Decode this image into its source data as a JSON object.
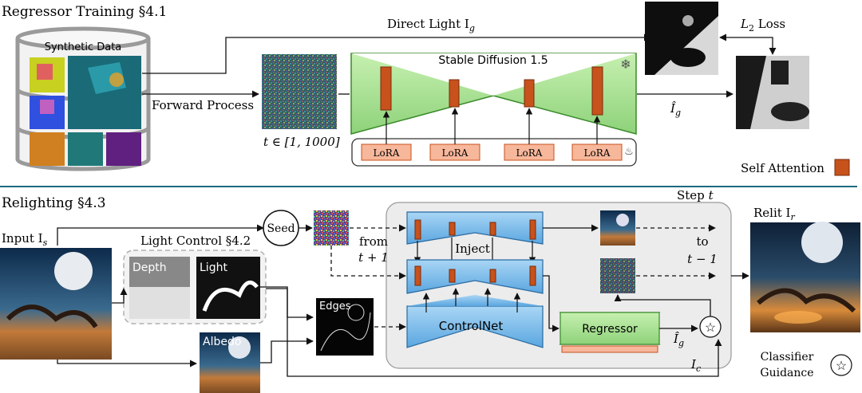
{
  "sections": {
    "regressor_title": "Regressor Training §4.1",
    "relighting_title": "Relighting §4.3"
  },
  "training": {
    "synthetic_data_label": "Synthetic Data",
    "forward_process_label": "Forward Process",
    "direct_light_label": "Direct Light I",
    "direct_light_sub": "g",
    "t_range_label": "t ∈ [1, 1000]",
    "stable_diffusion_label": "Stable Diffusion 1.5",
    "lora_labels": [
      "LoRA",
      "LoRA",
      "LoRA",
      "LoRA"
    ],
    "l2_loss_main": "L",
    "l2_loss_sub": "2",
    "l2_loss_suffix": " Loss",
    "ig_hat_main": "Î",
    "ig_hat_sub": "g",
    "self_attention_label": "Self Attention"
  },
  "relighting": {
    "input_main": "Input I",
    "input_sub": "s",
    "seed_label": "Seed",
    "light_control_label": "Light Control §4.2",
    "depth_label": "Depth",
    "light_label": "Light",
    "albedo_label": "Albedo",
    "edges_label": "Edges",
    "step_main": "Step ",
    "step_var": "t",
    "from_label": "from",
    "from_t_label": "t + 1",
    "inject_label": "Inject",
    "controlnet_label": "ControlNet",
    "regressor_label": "Regressor",
    "to_label": "to",
    "to_t_label": "t − 1",
    "relit_main": "Relit I",
    "relit_sub": "r",
    "ic_main": "I",
    "ic_sub": "c",
    "ig_hat_main": "Î",
    "ig_hat_sub": "g",
    "classifier_label": "Classifier",
    "guidance_label": "Guidance"
  },
  "colors": {
    "unet_green": "#b8e6a0",
    "unet_blue": "#8cc4ee",
    "attention_orange": "#c8521c",
    "lora_fill": "#f7b79b",
    "step_box_fill": "#ececec"
  }
}
